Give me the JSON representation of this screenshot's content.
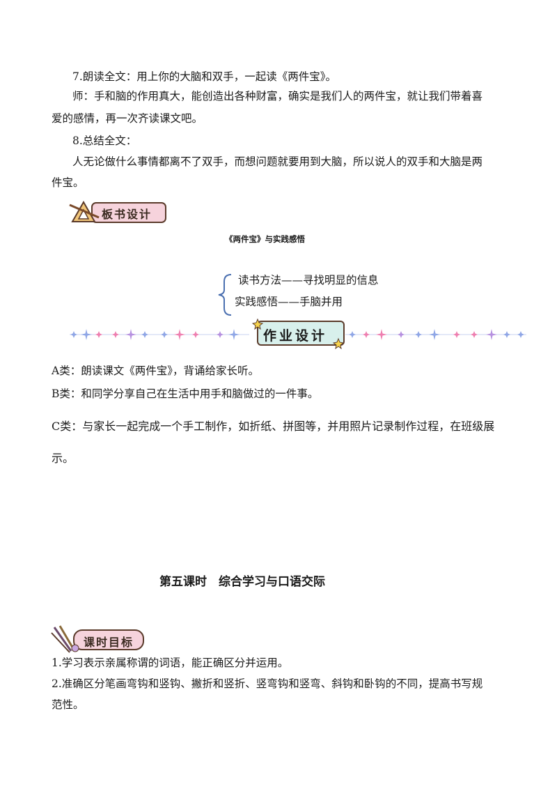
{
  "lesson": {
    "step7": "7.朗读全文：用上你的大脑和双手，一起读《两件宝》。",
    "teacher_line1": "师：手和脑的作用真大，能创造出各种财富，确实是我们人的两件宝，就让我们带着喜",
    "teacher_line2": "爱的感情，再一次齐读课文吧。",
    "step8": "8.总结全文：",
    "summary_line1": "人无论做什么事情都离不了双手，而想问题就要用到大脑，所以说人的双手和大脑是两",
    "summary_line2": "件宝。"
  },
  "board": {
    "banner": "板书设计",
    "title": "《两件宝》与实践感悟",
    "item1": "读书方法——寻找明显的信息",
    "item2": "实践感悟——手脑并用"
  },
  "homework": {
    "banner": "作业设计",
    "a": "A类：朗读课文《两件宝》，背诵给家长听。",
    "b": "B类：和同学分享自己在生活中用手和脑做过的一件事。",
    "c_label": "C类：",
    "c_text": "与家长一起完成一个手工制作，如折纸、拼图等，并用照片记录制作过程，在班级展",
    "c_text2": "示。"
  },
  "section": {
    "heading": "第五课时　综合学习与口语交际",
    "goal_banner": "课时目标",
    "goal1": "1.学习表示亲属称谓的词语，能正确区分并运用。",
    "goal2_line1": "2.准确区分笔画弯钩和竖钩、撇折和竖折、竖弯钩和竖弯、斜钩和卧钩的不同，提高书写规",
    "goal2_line2": "范性。"
  },
  "colors": {
    "banner_pink": "#f6d3dc",
    "banner_border": "#5a3a2a",
    "zuoye_fill": "#d8f0ec",
    "star_blue": "#8fa6e6",
    "star_pink": "#ee7fb0",
    "star_purple": "#b691e0",
    "brace": "#4a6fb0"
  }
}
